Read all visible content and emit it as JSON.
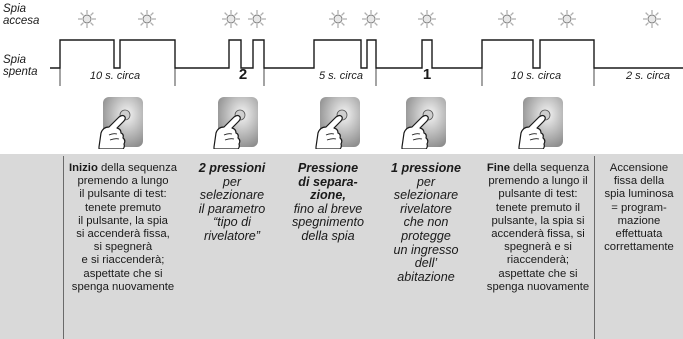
{
  "signal": {
    "label_on": [
      "Spia",
      "accesa"
    ],
    "label_off": [
      "Spia",
      "spenta"
    ],
    "durations": [
      "10 s. circa",
      "5 s. circa",
      "10 s. circa",
      "2 s. circa"
    ],
    "counts": [
      "2",
      "1"
    ]
  },
  "icons": {
    "lamp": "lamp-on-icon",
    "hand": "hand-pressing-button-icon"
  },
  "steps": [
    {
      "lines": [
        [
          "Inizio",
          " della sequenza"
        ],
        [
          "premendo a lungo"
        ],
        [
          "il pulsante di test:"
        ],
        [
          "tenete premuto"
        ],
        [
          "il pulsante, la spia"
        ],
        [
          "si accenderà fissa,"
        ],
        [
          "si spegnerà"
        ],
        [
          "e si riaccenderà;"
        ],
        [
          "aspettate che si"
        ],
        [
          "spenga nuovamente"
        ]
      ]
    },
    {
      "lines": [
        [
          "2 pressioni"
        ],
        [
          "per"
        ],
        [
          "selezionare"
        ],
        [
          "il parametro"
        ],
        [
          "“tipo di"
        ],
        [
          "rivelatore”"
        ]
      ]
    },
    {
      "lines": [
        [
          "Pressione"
        ],
        [
          "di separa-"
        ],
        [
          "zione,"
        ],
        [
          "fino al breve"
        ],
        [
          "spegnimento"
        ],
        [
          "della spia"
        ]
      ]
    },
    {
      "lines": [
        [
          "1 pressione"
        ],
        [
          "per"
        ],
        [
          "selezionare"
        ],
        [
          "rivelatore"
        ],
        [
          "che non"
        ],
        [
          "protegge"
        ],
        [
          "un ingresso"
        ],
        [
          "dell’"
        ],
        [
          "abitazione"
        ]
      ]
    },
    {
      "lines": [
        [
          "Fine",
          " della sequenza"
        ],
        [
          "premendo a lungo il"
        ],
        [
          "pulsante di test:"
        ],
        [
          "tenete premuto il"
        ],
        [
          "pulsante, la spia si"
        ],
        [
          "accenderà fissa, si"
        ],
        [
          "spegnerà e si"
        ],
        [
          "riaccenderà;"
        ],
        [
          "aspettate che si"
        ],
        [
          "spenga nuovamente"
        ]
      ]
    },
    {
      "lines": [
        [
          "Accensione"
        ],
        [
          "fissa della"
        ],
        [
          "spia luminosa"
        ],
        [
          "= program-"
        ],
        [
          "mazione"
        ],
        [
          "effettuata"
        ],
        [
          "correttamente"
        ]
      ]
    }
  ],
  "colors": {
    "panel": "#d9d9d9",
    "line": "#1a1a1a",
    "lamp_glow": "#b0b0b0",
    "lamp_core": "#e8e8e8"
  }
}
